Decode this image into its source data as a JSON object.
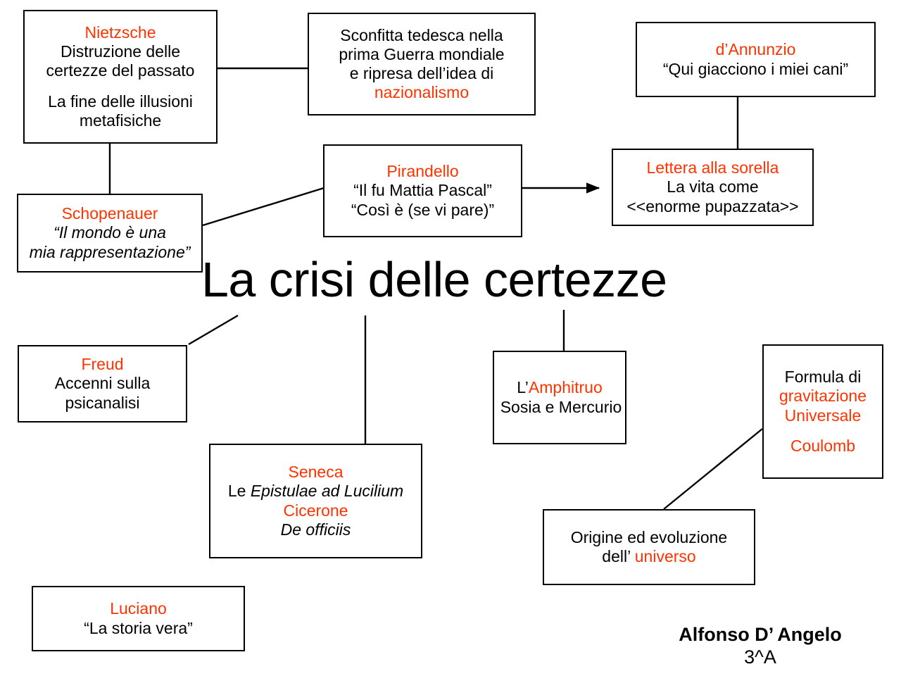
{
  "title": "La crisi delle certezze",
  "colors": {
    "accent": "#ff3300",
    "text": "#000000",
    "background": "#ffffff",
    "border": "#000000"
  },
  "signature": {
    "name": "Alfonso D’ Angelo",
    "class": "3^A"
  },
  "nodes": {
    "nietzsche": {
      "heading": "Nietzsche",
      "line1": "Distruzione delle",
      "line2": "certezze del passato",
      "line3": "La fine delle illusioni",
      "line4": "metafisiche"
    },
    "sconfitta": {
      "line1": "Sconfitta tedesca nella",
      "line2": "prima Guerra mondiale",
      "line3": "e ripresa dell’idea di",
      "line4": "nazionalismo"
    },
    "dannunzio": {
      "heading": "d’Annunzio",
      "line1": "“Qui giacciono i miei cani”"
    },
    "pirandello": {
      "heading": "Pirandello",
      "line1": "“Il fu Mattia Pascal”",
      "line2": "“Così è (se vi pare)”"
    },
    "lettera": {
      "heading": "Lettera alla sorella",
      "line1": "La vita come",
      "line2": "<<enorme pupazzata>>"
    },
    "schopenauer": {
      "heading": "Schopenauer",
      "line1": "“Il mondo è una",
      "line2": "mia rappresentazione”"
    },
    "freud": {
      "heading": "Freud",
      "line1": "Accenni sulla",
      "line2": "psicanalisi"
    },
    "amphitruo": {
      "prefix": "L’",
      "heading": "Amphitruo",
      "line1": "Sosia e Mercurio"
    },
    "gravitazione": {
      "line1": "Formula di",
      "line2": "gravitazione",
      "line3": "Universale",
      "line4": "Coulomb"
    },
    "seneca": {
      "heading": "Seneca",
      "line1_prefix": "Le ",
      "line1_italic": "Epistulae ad Lucilium",
      "heading2": "Cicerone",
      "line2_italic": "De officiis"
    },
    "origine": {
      "line1": "Origine ed evoluzione",
      "line2_prefix": "dell’ ",
      "line2_accent": "universo"
    },
    "luciano": {
      "heading": "Luciano",
      "line1": "“La storia vera”"
    }
  },
  "connectors": [
    {
      "name": "nietzsche-to-sconfitta",
      "type": "line"
    },
    {
      "name": "nietzsche-internal-up-arrow",
      "type": "arrow"
    },
    {
      "name": "nietzsche-to-schopenauer",
      "type": "line"
    },
    {
      "name": "schopenauer-to-pirandello",
      "type": "line"
    },
    {
      "name": "pirandello-to-lettera",
      "type": "arrow"
    },
    {
      "name": "dannunzio-to-lettera",
      "type": "line"
    },
    {
      "name": "title-to-freud",
      "type": "line"
    },
    {
      "name": "title-to-seneca",
      "type": "line"
    },
    {
      "name": "title-to-amphitruo",
      "type": "line"
    },
    {
      "name": "origine-to-gravitazione",
      "type": "line"
    },
    {
      "name": "gravitazione-internal-down-arrow",
      "type": "arrow"
    }
  ]
}
